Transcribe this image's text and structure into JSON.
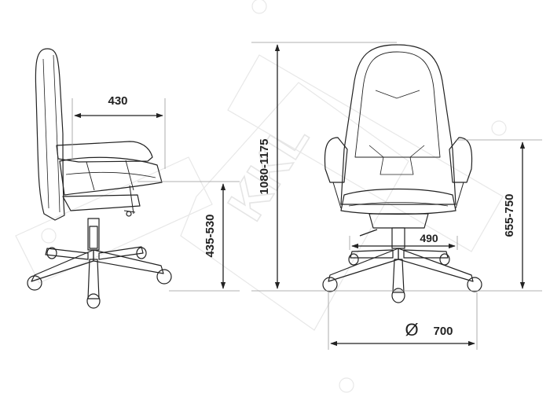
{
  "watermark": {
    "text": "KKL"
  },
  "dimensions": {
    "seat_depth": "430",
    "seat_height": "435-530",
    "total_height": "1080-1175",
    "armrest_height": "655-750",
    "seat_width": "490",
    "base_diameter": "700",
    "diameter_symbol": "Ø"
  },
  "colors": {
    "line": "#222222",
    "guide": "#999999",
    "watermark": "#e3e3e3"
  }
}
